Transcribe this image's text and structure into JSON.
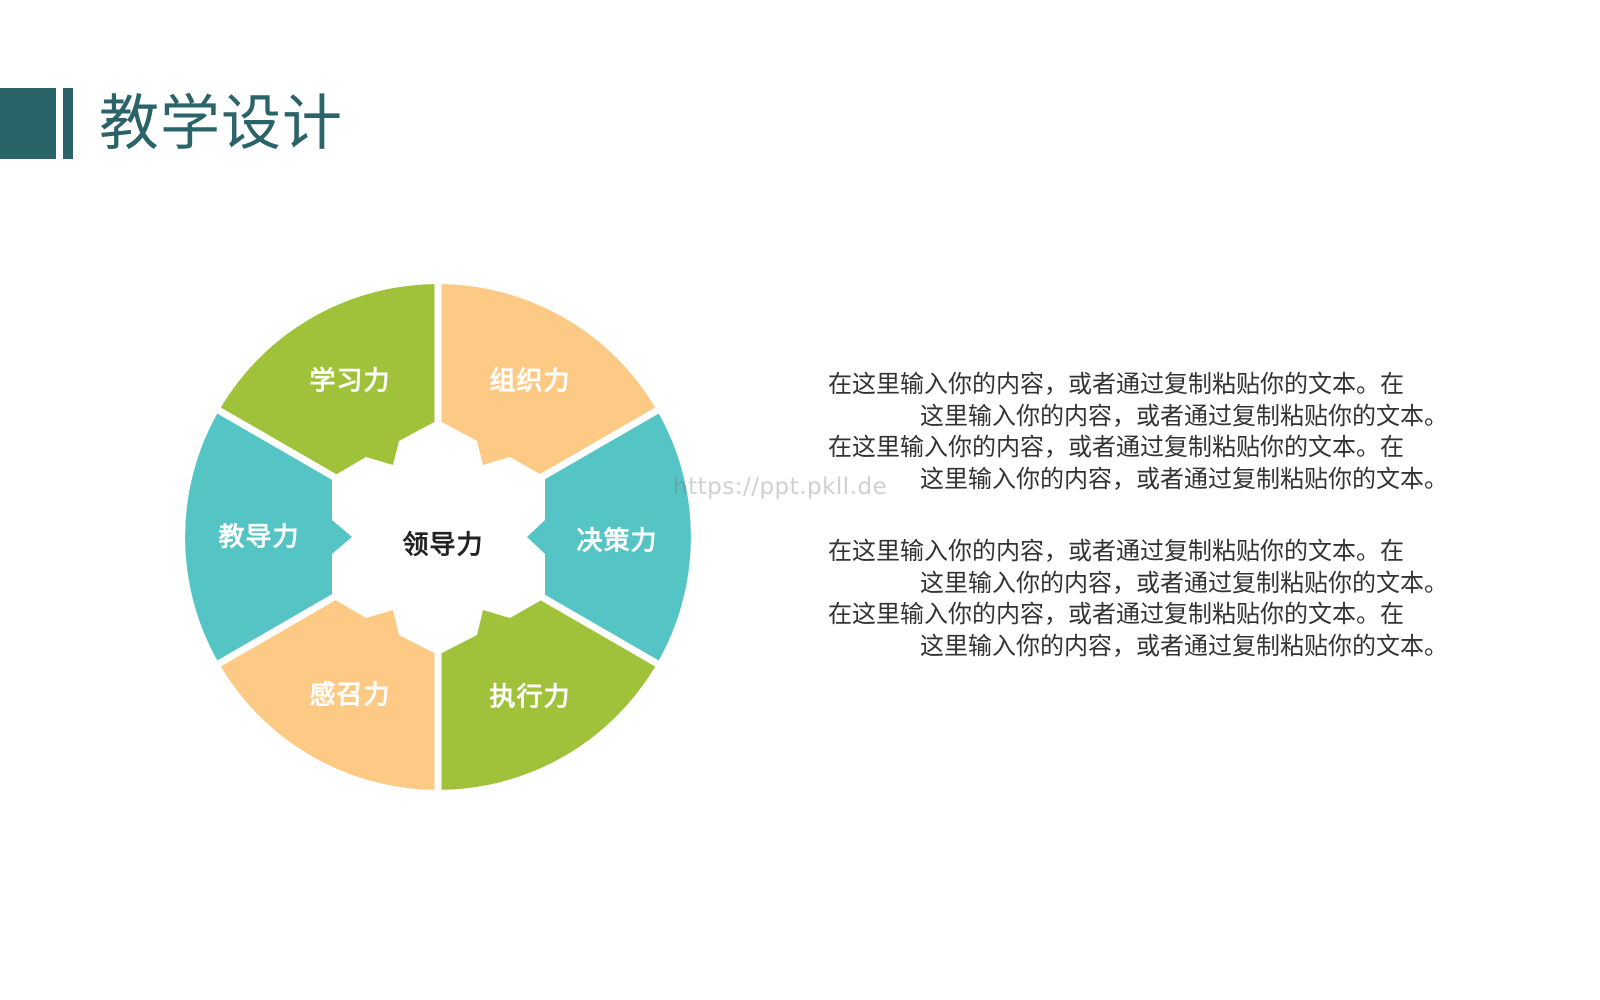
{
  "slide": {
    "title": "教学设计",
    "watermark": "https://ppt.pkll.de",
    "colors": {
      "title": "#2b6468",
      "green": "#a0c23a",
      "orange": "#fdca86",
      "teal": "#55c4c4",
      "center_text": "#222222",
      "body_text": "#333333"
    }
  },
  "diagram": {
    "center_label": "领导力",
    "segments": [
      {
        "label": "学习力",
        "color": "green"
      },
      {
        "label": "组织力",
        "color": "orange"
      },
      {
        "label": "决策力",
        "color": "teal"
      },
      {
        "label": "执行力",
        "color": "green"
      },
      {
        "label": "感召力",
        "color": "orange"
      },
      {
        "label": "教导力",
        "color": "teal"
      }
    ]
  },
  "text": {
    "paragraphs": [
      {
        "lines": [
          "在这里输入你的内容，或者通过复制粘贴你的文本。在",
          "这里输入你的内容，或者通过复制粘贴你的文本。",
          "在这里输入你的内容，或者通过复制粘贴你的文本。在",
          "这里输入你的内容，或者通过复制粘贴你的文本。"
        ]
      },
      {
        "lines": [
          "在这里输入你的内容，或者通过复制粘贴你的文本。在",
          "这里输入你的内容，或者通过复制粘贴你的文本。",
          "在这里输入你的内容，或者通过复制粘贴你的文本。在",
          "这里输入你的内容，或者通过复制粘贴你的文本。"
        ]
      }
    ]
  }
}
